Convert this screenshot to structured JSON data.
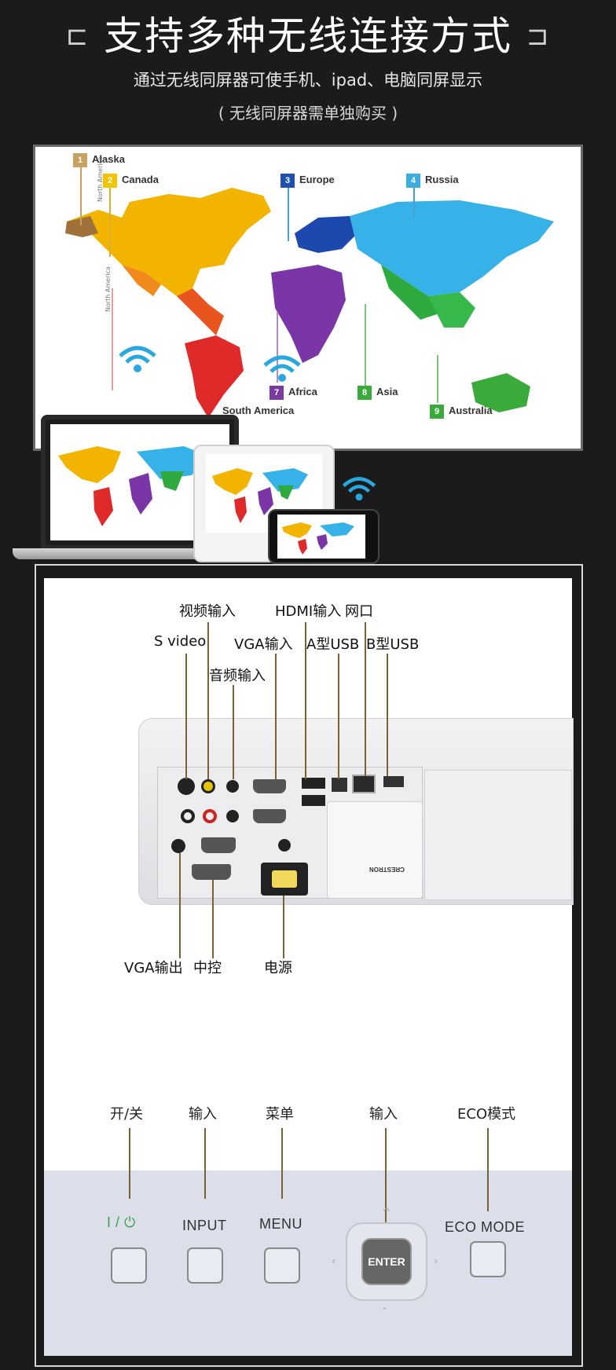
{
  "header": {
    "bracket_left": "⊏",
    "title": "支持多种无线连接方式",
    "bracket_right": "⊐",
    "subtitle": "通过无线同屏器可使手机、ipad、电脑同屏显示",
    "note": "( 无线同屏器需单独购买 )"
  },
  "map": {
    "regions": [
      {
        "num": "1",
        "name": "Alaska",
        "color": "#c8a060"
      },
      {
        "num": "2",
        "name": "Canada",
        "color": "#f5c400"
      },
      {
        "num": "3",
        "name": "Europe",
        "color": "#1e4fb0"
      },
      {
        "num": "4",
        "name": "Russia",
        "color": "#3aaee0"
      },
      {
        "num": "7",
        "name": "Africa",
        "color": "#7a3aa0"
      },
      {
        "num": "8",
        "name": "Asia",
        "color": "#3aaa3a"
      },
      {
        "num": "9",
        "name": "Australia",
        "color": "#3aaa3a"
      },
      {
        "num": "",
        "name": "South America",
        "color": "#e0302a"
      }
    ],
    "side_labels": [
      "North America",
      "North America"
    ]
  },
  "ports": {
    "top_labels": {
      "video_in": "视频输入",
      "hdmi_in": "HDMI输入",
      "network": "网口",
      "s_video": "S video",
      "vga_in": "VGA输入",
      "usb_a": "A型USB",
      "usb_b": "B型USB",
      "audio_in": "音频输入"
    },
    "bottom_labels": {
      "vga_out": "VGA输出",
      "control": "中控",
      "power": "电源"
    },
    "brand": "CRESTRON"
  },
  "buttons": {
    "callouts": {
      "power": "开/关",
      "input": "输入",
      "menu": "菜单",
      "enter": "输入",
      "eco": "ECO模式"
    },
    "panel": {
      "power_symbol": "I / ⏻",
      "input": "INPUT",
      "menu": "MENU",
      "enter": "ENTER",
      "eco": "ECO MODE"
    }
  }
}
